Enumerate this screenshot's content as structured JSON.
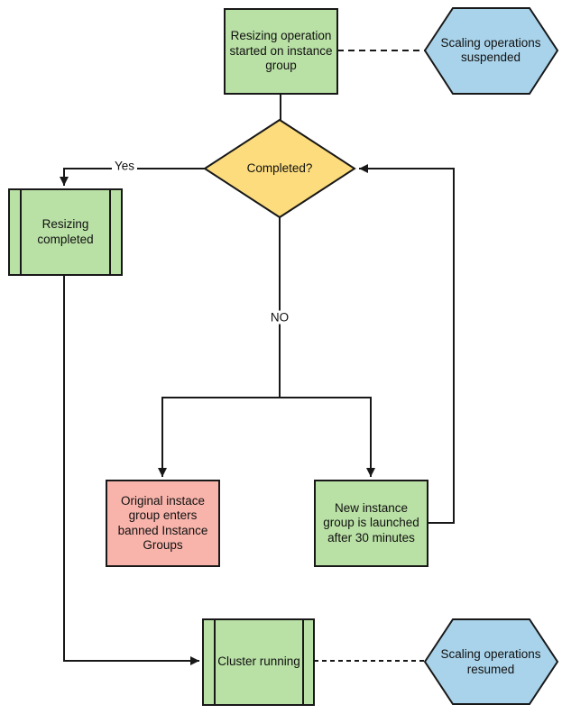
{
  "diagram": {
    "nodes": {
      "start": {
        "label": "Resizing operation started on instance group",
        "fill": "#b9e0a5"
      },
      "suspended": {
        "label": "Scaling operations suspended",
        "fill": "#a9d3ea"
      },
      "completed": {
        "label": "Completed?",
        "fill": "#fcdc7d"
      },
      "resizing_completed": {
        "label": "Resizing completed",
        "fill": "#b9e0a5"
      },
      "banned": {
        "label": "Original instace group enters banned Instance Groups",
        "fill": "#f8b4ab"
      },
      "new_group": {
        "label": "New instance group is launched after 30 minutes",
        "fill": "#b9e0a5"
      },
      "cluster": {
        "label": "Cluster running",
        "fill": "#b9e0a5"
      },
      "resumed": {
        "label": "Scaling operations resumed",
        "fill": "#a9d3ea"
      }
    },
    "edges": {
      "yes_label": "Yes",
      "no_label": "NO"
    },
    "colors": {
      "stroke": "#181818",
      "text": "#111111",
      "background": "#ffffff"
    }
  }
}
